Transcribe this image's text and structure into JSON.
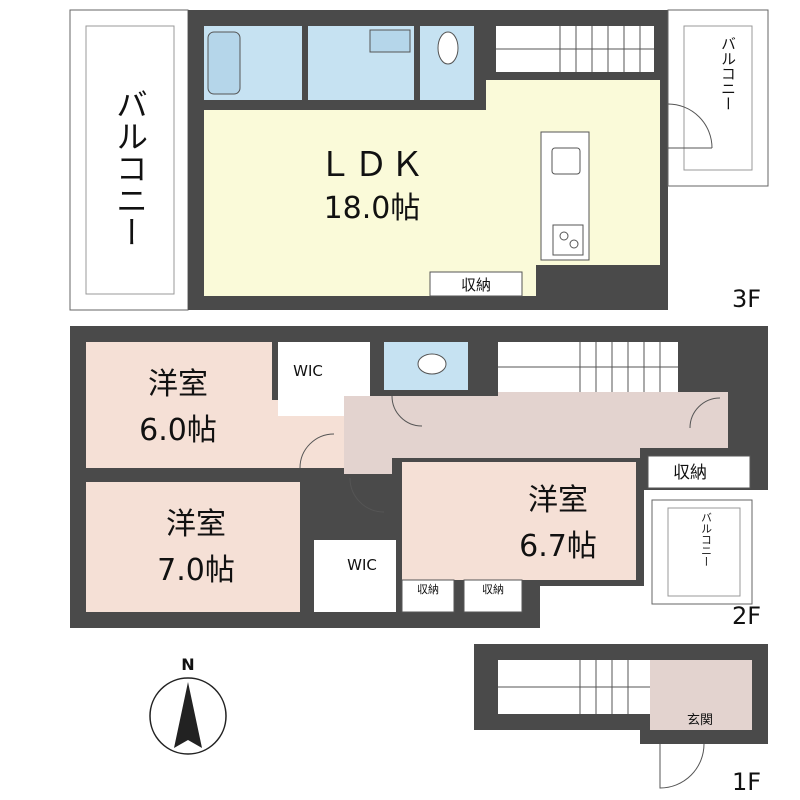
{
  "floor_3f": {
    "label": "3F",
    "ldk_name": "ＬＤＫ",
    "ldk_size": "18.0帖",
    "storage": "収納",
    "balcony_left": "バルコニー",
    "balcony_right": "バルコニー"
  },
  "floor_2f": {
    "label": "2F",
    "room1_name": "洋室",
    "room1_size": "6.0帖",
    "room2_name": "洋室",
    "room2_size": "7.0帖",
    "room3_name": "洋室",
    "room3_size": "6.7帖",
    "wic_1": "WIC",
    "wic_2": "WIC",
    "storage_hall": "収納",
    "storage_a": "収納",
    "storage_b": "収納",
    "balcony": "バルコニー"
  },
  "floor_1f": {
    "label": "1F",
    "entrance": "玄関"
  },
  "compass": {
    "north_label": "N"
  },
  "colors": {
    "wall": "#4a4a4a",
    "ldk": "#fafad9",
    "wet_area": "#c6e2f2",
    "bedroom": "#f5e0d6",
    "hallway": "#e3d3cf",
    "white": "#ffffff"
  }
}
